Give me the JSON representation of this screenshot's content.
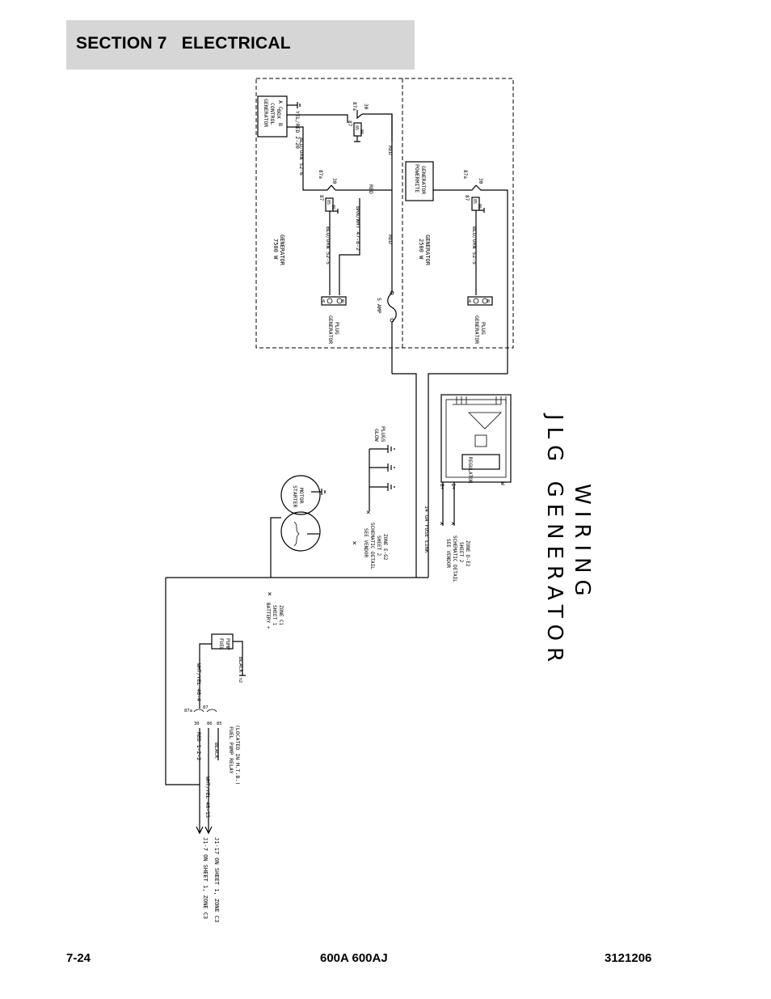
{
  "header": {
    "section_title": "SECTION 7   ELECTRICAL"
  },
  "footer": {
    "page_number": "7-24",
    "model": "600A 600AJ",
    "doc_number": "3121206"
  },
  "diagram": {
    "title_line1": "JLG GENERATOR",
    "title_line2": "WIRING",
    "gen7500": {
      "label_line1": "7500 W",
      "label_line2": "GENERATOR",
      "control_box_line1": "GENERATOR",
      "control_box_line2": "CONTROL",
      "control_box_line3": "BOX",
      "control_box_pins": "A  C",
      "control_box_pin_b": "B",
      "wire_yel_red": "YEL/RED 2-20",
      "wire_blu_orn_top": "BLU/ORN 52-6",
      "wire_blu_orn_bottom": "BLU/ORN 52-5",
      "wire_brn_wht": "BRN/WHT 47-8-2",
      "wire_red_1": "RED",
      "wire_red_2": "RED",
      "wire_red_3": "RED",
      "relay_top_87a": "87a",
      "relay_top_30": "30",
      "relay_top_87": "87",
      "relay_top_85": "85",
      "relay_top_86": "86",
      "relay_bot_87a": "87a",
      "relay_bot_30": "30",
      "relay_bot_87": "87",
      "relay_bot_85": "85",
      "relay_bot_86": "86",
      "fuse_label": "5 AMP",
      "plug_line1": "GENERATOR",
      "plug_line2": "PLUG",
      "plug_pin_a": "A",
      "plug_pin_b": "B"
    },
    "gen2500": {
      "label_line1": "2500 W",
      "label_line2": "GENERATOR",
      "powermite_line1": "POWERMITE",
      "powermite_line2": "GENERATOR",
      "wire_blu_orn": "BLU/ORN 52-5",
      "relay_87a": "87a",
      "relay_30": "30",
      "relay_87": "87",
      "relay_85": "85",
      "relay_86": "86",
      "plug_line1": "GENERATOR",
      "plug_line2": "PLUG",
      "plug_pin_a": "A",
      "plug_pin_b": "B"
    },
    "engine": {
      "glow_plugs_line1": "GLOW",
      "glow_plugs_line2": "PLUGS",
      "starter_line1": "STARTER",
      "starter_line2": "MOTOR",
      "vendor_ref_left_line1": "SEE VENDOR",
      "vendor_ref_left_line2": "SCHEMATIC DETAIL",
      "vendor_ref_left_line3": "SHEET 2",
      "vendor_ref_left_line4": "ZONE E-G2",
      "vendor_ref_right_line1": "SEE VENDOR",
      "vendor_ref_right_line2": "SCHEMATIC DETAIL",
      "vendor_ref_right_line3": "SHEET 2",
      "vendor_ref_right_line4": "ZONE D-E2",
      "fuse_link": "14 GA FUSE LINK",
      "battery_line1": "BATTERY +",
      "battery_line2": "SHEET 1",
      "battery_line3": "ZONE C1",
      "alternator_b_plus": "B+",
      "alternator_d_plus": "D+",
      "alternator_w": "W",
      "regulator": "REGULATOR"
    },
    "fuel": {
      "fuel_pump_line1": "FUEL",
      "fuel_pump_line2": "PUMP",
      "wire_wht_yel_top": "WHT/YEL 48-4",
      "wire_black_top": "BLACK",
      "ground_ref": "h2",
      "relay_87a": "87a",
      "relay_87": "87",
      "relay_30": "30",
      "relay_86": "86",
      "relay_85": "85",
      "wire_red": "RED 1-2-2",
      "wire_black_bottom": "BLACK",
      "relay_name_line1": "FUEL PUMP RELAY",
      "relay_name_line2": "(LOCATED IN M.T.B.)",
      "wire_wht_yel_bottom": "WHT/YEL 48-15",
      "ref_j1_7": "J1-7 ON SHEET 1, ZONE C3",
      "ref_j1_17": "J1-17 ON SHEET 1, ZONE C3"
    }
  }
}
